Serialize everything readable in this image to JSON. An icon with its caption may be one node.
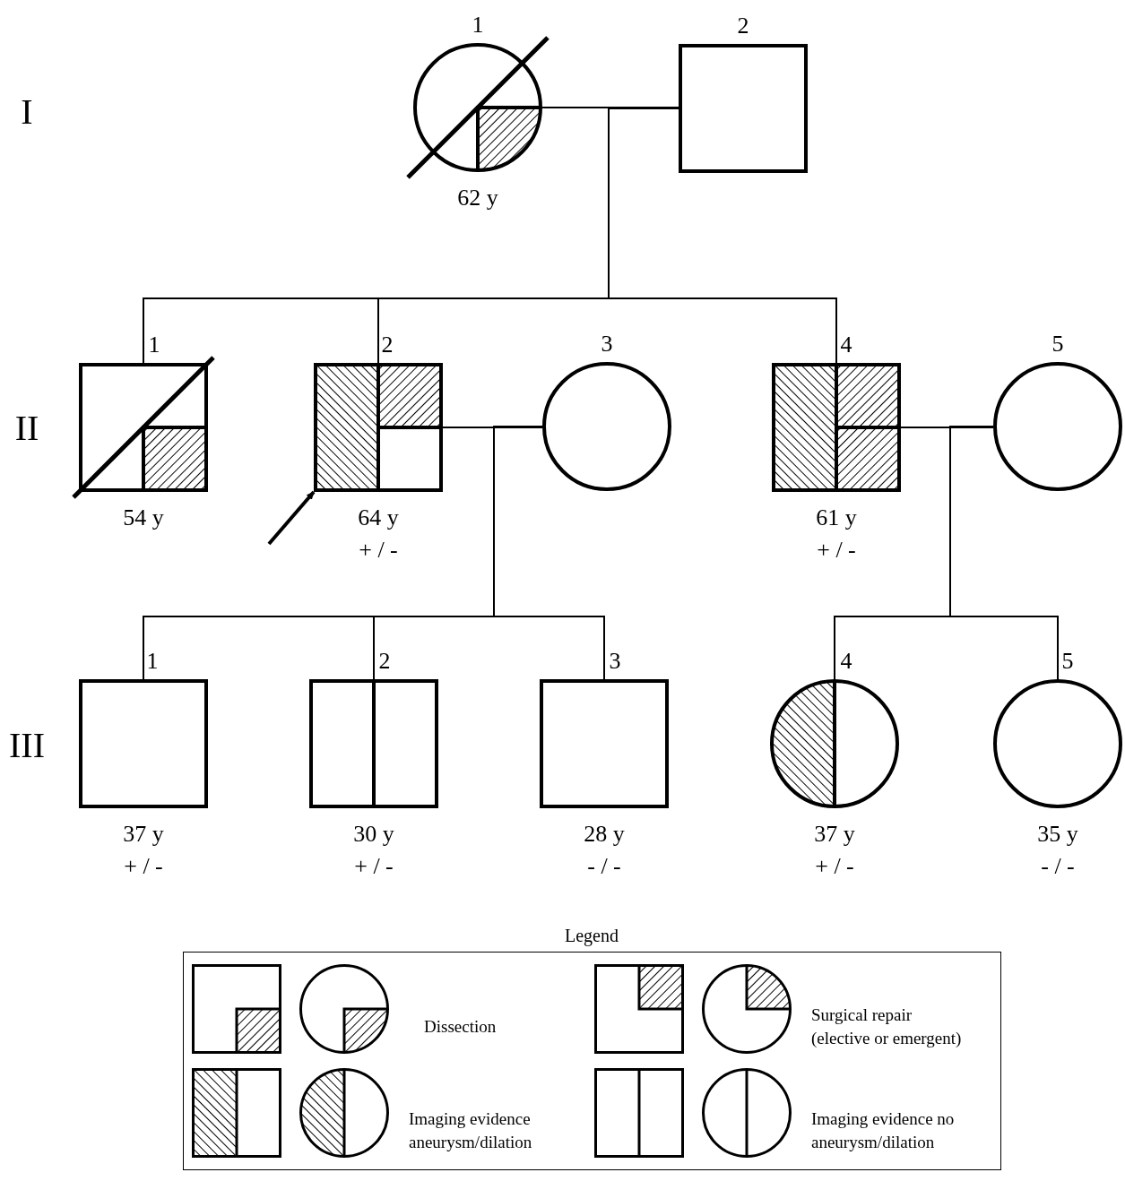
{
  "diagram": {
    "nodes": [
      {
        "text": [
          "1"
        ],
        "beside": [
          "62 y"
        ]
      },
      {
        "text": [
          "2"
        ]
      },
      {
        "text": [
          "1"
        ],
        "beside": [
          "54 y"
        ]
      },
      {
        "text": [
          "2"
        ],
        "beside": [
          "64 y",
          "+ / -"
        ]
      },
      {
        "text": [
          "3"
        ]
      },
      {
        "text": [
          "4"
        ],
        "beside": [
          "61 y",
          "+ / -"
        ]
      },
      {
        "text": [
          "5"
        ]
      },
      {
        "text": [
          "1"
        ],
        "beside": [
          "37 y",
          "+ / -"
        ]
      },
      {
        "text": [
          "2"
        ],
        "beside": [
          "30 y",
          "+ / -"
        ]
      },
      {
        "text": [
          "3"
        ],
        "beside": [
          "28 y",
          "- / -"
        ]
      },
      {
        "text": [
          "4"
        ],
        "beside": [
          "37 y",
          "+ / -"
        ]
      },
      {
        "text": [
          "5"
        ],
        "beside": [
          "35 y",
          "- / -"
        ]
      }
    ],
    "edges": [
      {
        "from": 0,
        "to": 1,
        "arrow": "none"
      },
      {
        "from": 0,
        "to": 2,
        "arrow": "none"
      },
      {
        "from": 0,
        "to": 3,
        "arrow": "none"
      },
      {
        "from": 0,
        "to": 5,
        "arrow": "none"
      },
      {
        "from": 1,
        "to": 2,
        "arrow": "none"
      },
      {
        "from": 1,
        "to": 3,
        "arrow": "none"
      },
      {
        "from": 1,
        "to": 5,
        "arrow": "none"
      },
      {
        "from": 3,
        "to": 4,
        "arrow": "none"
      },
      {
        "from": 3,
        "to": 7,
        "arrow": "none"
      },
      {
        "from": 3,
        "to": 8,
        "arrow": "none"
      },
      {
        "from": 3,
        "to": 9,
        "arrow": "none"
      },
      {
        "from": 4,
        "to": 7,
        "arrow": "none"
      },
      {
        "from": 4,
        "to": 8,
        "arrow": "none"
      },
      {
        "from": 4,
        "to": 9,
        "arrow": "none"
      },
      {
        "from": 5,
        "to": 6,
        "arrow": "none"
      },
      {
        "from": 5,
        "to": 10,
        "arrow": "none"
      },
      {
        "from": 5,
        "to": 11,
        "arrow": "none"
      },
      {
        "from": 6,
        "to": 10,
        "arrow": "none"
      },
      {
        "from": 6,
        "to": 11,
        "arrow": "none"
      },
      {
        "from": null,
        "to": 3,
        "arrow": "to",
        "style": "thick"
      }
    ],
    "labels": [
      "I",
      "II",
      "III",
      "Legend"
    ],
    "legend": [
      {
        "text": "Dissection"
      },
      {
        "text": "Surgical repair (elective or emergent)"
      },
      {
        "text": "Imaging evidence aneurysm/dilation"
      },
      {
        "text": "Imaging evidence no aneurysm/dilation"
      }
    ]
  }
}
